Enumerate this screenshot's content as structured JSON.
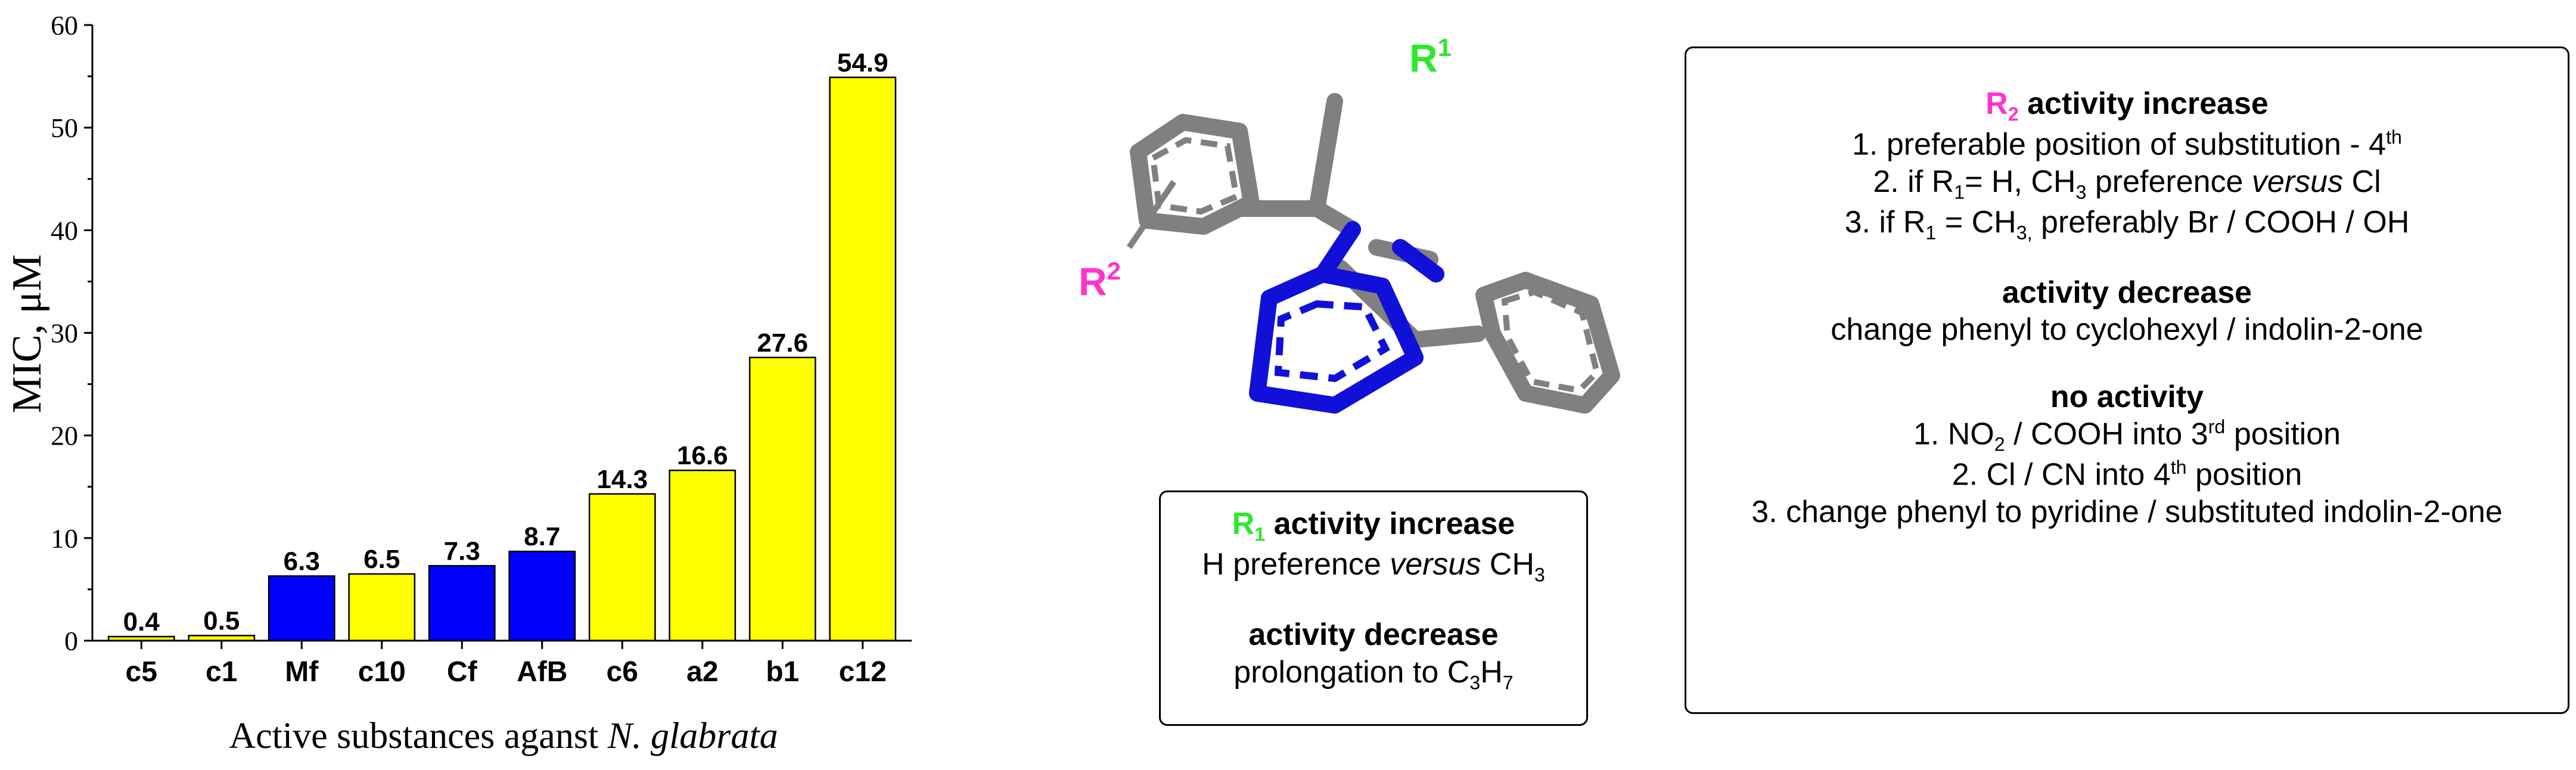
{
  "chart_data": {
    "type": "bar",
    "categories": [
      "c5",
      "c1",
      "Mf",
      "c10",
      "Cf",
      "AfB",
      "c6",
      "a2",
      "b1",
      "c12"
    ],
    "values": [
      0.4,
      0.5,
      6.3,
      6.5,
      7.3,
      8.7,
      14.3,
      16.6,
      27.6,
      54.9
    ],
    "value_labels": [
      "0.4",
      "0.5",
      "6.3",
      "6.5",
      "7.3",
      "8.7",
      "14.3",
      "16.6",
      "27.6",
      "54.9"
    ],
    "bar_colors": [
      "#ffff00",
      "#ffff00",
      "#0000ff",
      "#ffff00",
      "#0000ff",
      "#0000ff",
      "#ffff00",
      "#ffff00",
      "#ffff00",
      "#ffff00"
    ],
    "ylabel": "MIC, μM",
    "xlabel_prefix": "Active substances aganst ",
    "xlabel_italic": "N. glabrata",
    "ylim": [
      0,
      60
    ],
    "yticks": [
      0,
      10,
      20,
      30,
      40,
      50,
      60
    ],
    "grid": false,
    "legend": "none"
  },
  "molecule": {
    "label_r1": {
      "base": "R",
      "sup": "1"
    },
    "label_r2": {
      "base": "R",
      "sup": "2"
    },
    "colors": {
      "carbon": "#808080",
      "nitrogen": "#1010d8",
      "r1": "#2ee82e",
      "r2": "#ff33cc"
    }
  },
  "box_r1": {
    "head1_sym": "R",
    "head1_sub": "1",
    "head1_text": " activity increase",
    "line1_a": "H preference ",
    "line1_italic": "versus",
    "line1_b": " CH",
    "line1_sub": "3",
    "head2": "activity decrease",
    "line2_a": "prolongation to C",
    "line2_sub1": "3",
    "line2_b": "H",
    "line2_sub2": "7"
  },
  "box_r2": {
    "head1_sym": "R",
    "head1_sub": "2",
    "head1_text": " activity increase",
    "l1_a": "1. preferable position of  substitution - 4",
    "l1_sup": "th",
    "l2_a": "2. if R",
    "l2_sub": "1",
    "l2_b": "= H, CH",
    "l2_sub2": "3",
    "l2_c": " preference ",
    "l2_italic": "versus",
    "l2_d": " Cl",
    "l3_a": "3. if R",
    "l3_sub": "1",
    "l3_b": " = CH",
    "l3_sub2": "3,",
    "l3_c": " preferably Br / COOH / OH",
    "head2": "activity decrease",
    "l4": "change phenyl to cyclohexyl / indolin-2-one",
    "head3": "no activity",
    "l5_a": "1. NO",
    "l5_sub": "2",
    "l5_b": " / COOH into 3",
    "l5_sup": "rd",
    "l5_c": " position",
    "l6_a": "2. Cl / CN into 4",
    "l6_sup": "th",
    "l6_b": " position",
    "l7": "3. change phenyl to pyridine / substituted indolin-2-one"
  }
}
